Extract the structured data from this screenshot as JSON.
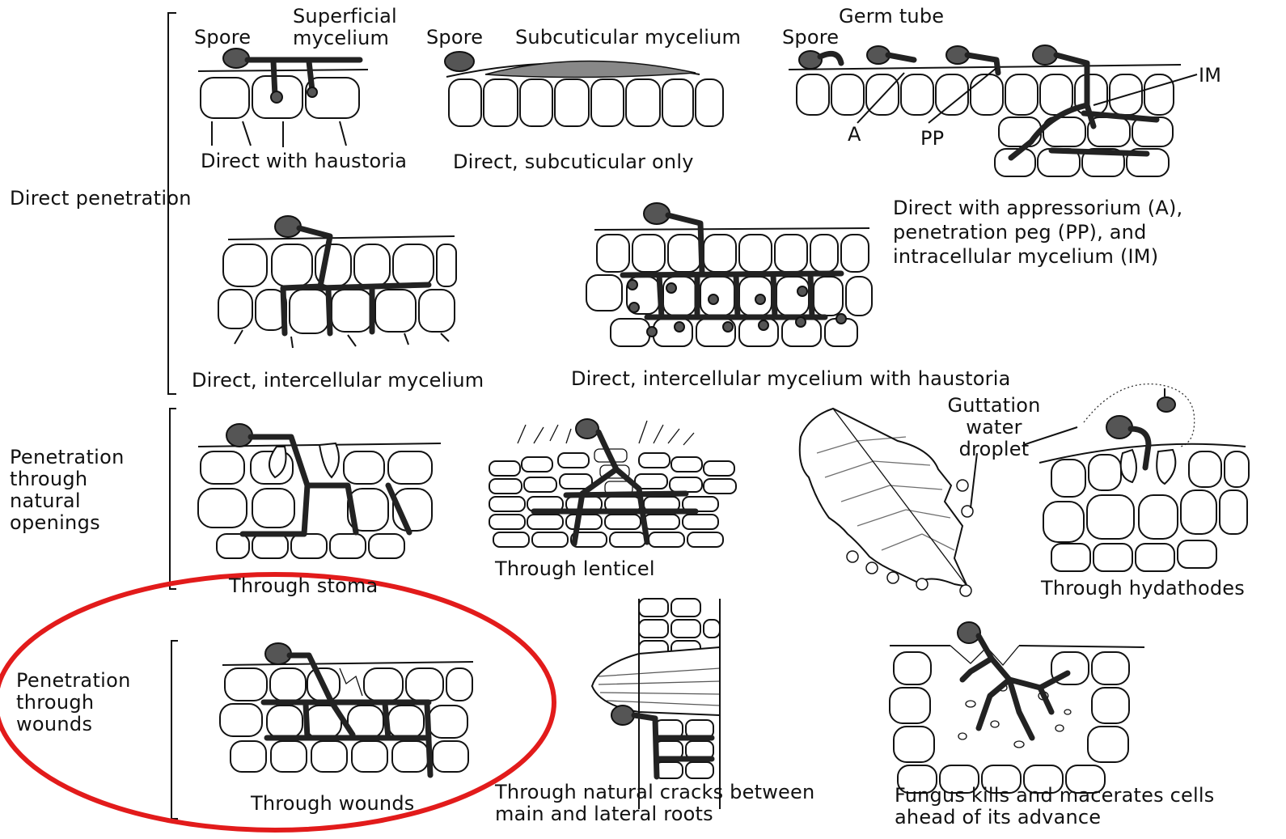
{
  "groups": {
    "direct": "Direct penetration",
    "natural": "Penetration through natural openings",
    "wounds": "Penetration through wounds"
  },
  "labels": {
    "spore": "Spore",
    "superficial_mycelium": "Superficial mycelium",
    "subcuticular_mycelium": "Subcuticular mycelium",
    "germ_tube": "Germ tube",
    "im": "IM",
    "a": "A",
    "pp": "PP",
    "guttation": "Guttation water droplet"
  },
  "captions": {
    "direct_haustoria": "Direct with haustoria",
    "direct_subcuticular": "Direct, subcuticular only",
    "appressorium": "Direct with appressorium (A), penetration peg (PP), and intracellular mycelium (IM)",
    "intercellular": "Direct, intercellular mycelium",
    "intercellular_haustoria": "Direct, intercellular mycelium with haustoria",
    "stoma": "Through stoma",
    "lenticel": "Through lenticel",
    "hydathodes": "Through hydathodes",
    "wounds": "Through wounds",
    "cracks": "Through natural cracks between main and lateral roots",
    "macerates": "Fungus kills and macerates cells ahead of its advance"
  },
  "highlight": {
    "color": "#e21b1b",
    "target": "Penetration through wounds"
  }
}
